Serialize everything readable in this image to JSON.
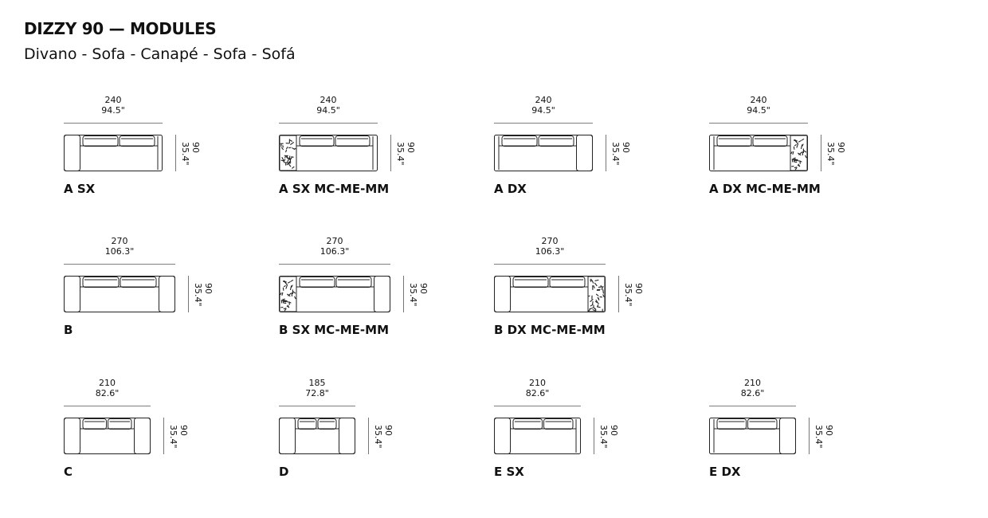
{
  "title": "DIZZY 90 — MODULES",
  "subtitle": "Divano - Sofa - Canapé - Sofa - Sofá",
  "modules": [
    {
      "name": "A SX",
      "width_cm": "240",
      "width_in": "94.5\"",
      "depth_cm": "90",
      "depth_in": "35.4\"",
      "left_end": "arm",
      "right_end": "open"
    },
    {
      "name": "A SX MC-ME-MM",
      "width_cm": "240",
      "width_in": "94.5\"",
      "depth_cm": "90",
      "depth_in": "35.4\"",
      "left_end": "material",
      "right_end": "open"
    },
    {
      "name": "A DX",
      "width_cm": "240",
      "width_in": "94.5\"",
      "depth_cm": "90",
      "depth_in": "35.4\"",
      "left_end": "open",
      "right_end": "arm"
    },
    {
      "name": "A DX MC-ME-MM",
      "width_cm": "240",
      "width_in": "94.5\"",
      "depth_cm": "90",
      "depth_in": "35.4\"",
      "left_end": "open",
      "right_end": "material"
    },
    {
      "name": "B",
      "width_cm": "270",
      "width_in": "106.3\"",
      "depth_cm": "90",
      "depth_in": "35.4\"",
      "left_end": "arm",
      "right_end": "arm"
    },
    {
      "name": "B SX MC-ME-MM",
      "width_cm": "270",
      "width_in": "106.3\"",
      "depth_cm": "90",
      "depth_in": "35.4\"",
      "left_end": "material",
      "right_end": "arm"
    },
    {
      "name": "B DX MC-ME-MM",
      "width_cm": "270",
      "width_in": "106.3\"",
      "depth_cm": "90",
      "depth_in": "35.4\"",
      "left_end": "arm",
      "right_end": "material"
    },
    {
      "name": "C",
      "width_cm": "210",
      "width_in": "82.6\"",
      "depth_cm": "90",
      "depth_in": "35.4\"",
      "left_end": "arm",
      "right_end": "arm"
    },
    {
      "name": "D",
      "width_cm": "185",
      "width_in": "72.8\"",
      "depth_cm": "90",
      "depth_in": "35.4\"",
      "left_end": "arm",
      "right_end": "arm"
    },
    {
      "name": "E SX",
      "width_cm": "210",
      "width_in": "82.6\"",
      "depth_cm": "90",
      "depth_in": "35.4\"",
      "left_end": "arm",
      "right_end": "open"
    },
    {
      "name": "E DX",
      "width_cm": "210",
      "width_in": "82.6\"",
      "depth_cm": "90",
      "depth_in": "35.4\"",
      "left_end": "open",
      "right_end": "arm"
    }
  ]
}
